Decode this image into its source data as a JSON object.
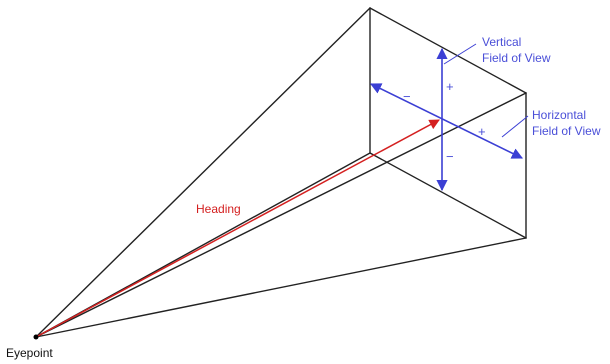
{
  "labels": {
    "vertical_fov_line1": "Vertical",
    "vertical_fov_line2": "Field of View",
    "horizontal_fov_line1": "Horizontal",
    "horizontal_fov_line2": "Field of View",
    "heading": "Heading",
    "eyepoint": "Eyepoint"
  },
  "signs": {
    "up": "+",
    "down": "−",
    "left": "−",
    "right": "+"
  },
  "colors": {
    "frustum": "#222222",
    "fov_arrows": "#3b3fd4",
    "fov_text": "#4a4fd8",
    "heading": "#d42020",
    "eyepoint": "#000000"
  }
}
